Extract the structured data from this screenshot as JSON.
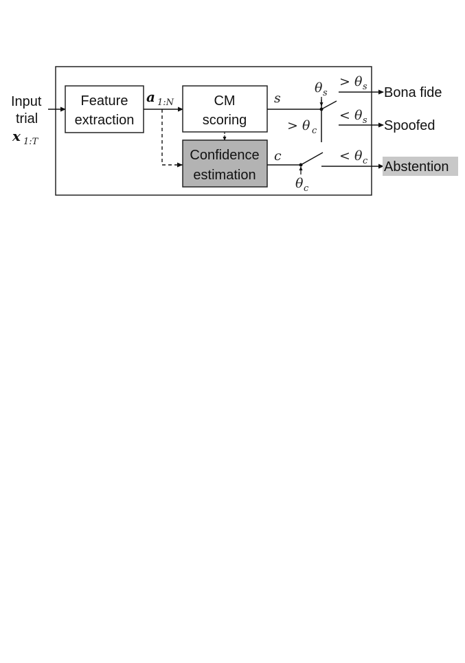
{
  "input": {
    "line1": "Input",
    "line2": "trial",
    "symbol": "x",
    "subscript": "1:T"
  },
  "blocks": {
    "feature_extraction": {
      "line1": "Feature",
      "line2": "extraction"
    },
    "cm_scoring": {
      "line1": "CM",
      "line2": "scoring"
    },
    "confidence_estimation": {
      "line1": "Confidence",
      "line2": "estimation"
    }
  },
  "signals": {
    "features": {
      "symbol": "a",
      "subscript": "1:N"
    },
    "score": "s",
    "confidence": "c",
    "theta_s": {
      "symbol": "θ",
      "subscript": "s"
    },
    "theta_c_upper": {
      "prefix": "> θ",
      "subscript": "c"
    },
    "theta_c_lower": {
      "symbol": "θ",
      "subscript": "c"
    }
  },
  "branches": {
    "bona_fide": {
      "condition": "> θ",
      "subscript": "s",
      "label": "Bona fide"
    },
    "spoofed": {
      "condition": "< θ",
      "subscript": "s",
      "label": "Spoofed"
    },
    "abstention": {
      "condition": "< θ",
      "subscript": "c",
      "label": "Abstention"
    }
  },
  "colors": {
    "highlight_block": "#b3b3b3",
    "abstention_bg": "#c8c8c8",
    "line": "#111111"
  }
}
